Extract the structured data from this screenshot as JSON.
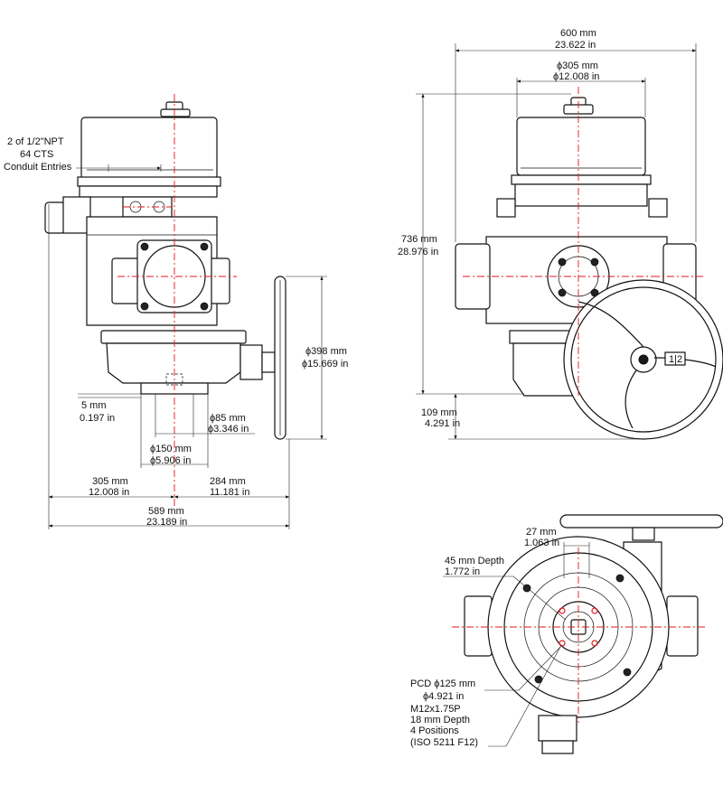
{
  "labels": {
    "conduit_1": "2 of 1/2\"NPT",
    "conduit_2": "64 CTS",
    "conduit_3": "Conduit Entries",
    "left_5mm": "5 mm",
    "left_0197in": "0.197 in",
    "left_d85mm": "ϕ85 mm",
    "left_d3346in": "ϕ3.346 in",
    "left_d150mm": "ϕ150 mm",
    "left_d5906in": "ϕ5.906 in",
    "left_305mm": "305 mm",
    "left_12008in": "12.008 in",
    "left_284mm": "284 mm",
    "left_11181in": "11.181 in",
    "left_589mm": "589 mm",
    "left_23189in": "23.189 in",
    "left_d398mm": "ϕ398 mm",
    "left_d15669in": "ϕ15.669 in",
    "right_600mm": "600 mm",
    "right_23622in": "23.622 in",
    "right_d305mm": "ϕ305 mm",
    "right_d12008in": "ϕ12.008 in",
    "right_736mm": "736 mm",
    "right_28976in": "28.976 in",
    "right_109mm": "109 mm",
    "right_4291in": "4.291 in",
    "bottom_27mm": "27 mm",
    "bottom_1063in": "1.063 in",
    "bottom_45mm": "45 mm Depth",
    "bottom_1772in": "1.772 in",
    "pcd_1": "PCD ϕ125 mm",
    "pcd_2": "ϕ4.921 in",
    "pcd_3": "M12x1.75P",
    "pcd_4": "18 mm Depth",
    "pcd_5": "4 Positions",
    "pcd_6": "(ISO 5211 F12)"
  }
}
